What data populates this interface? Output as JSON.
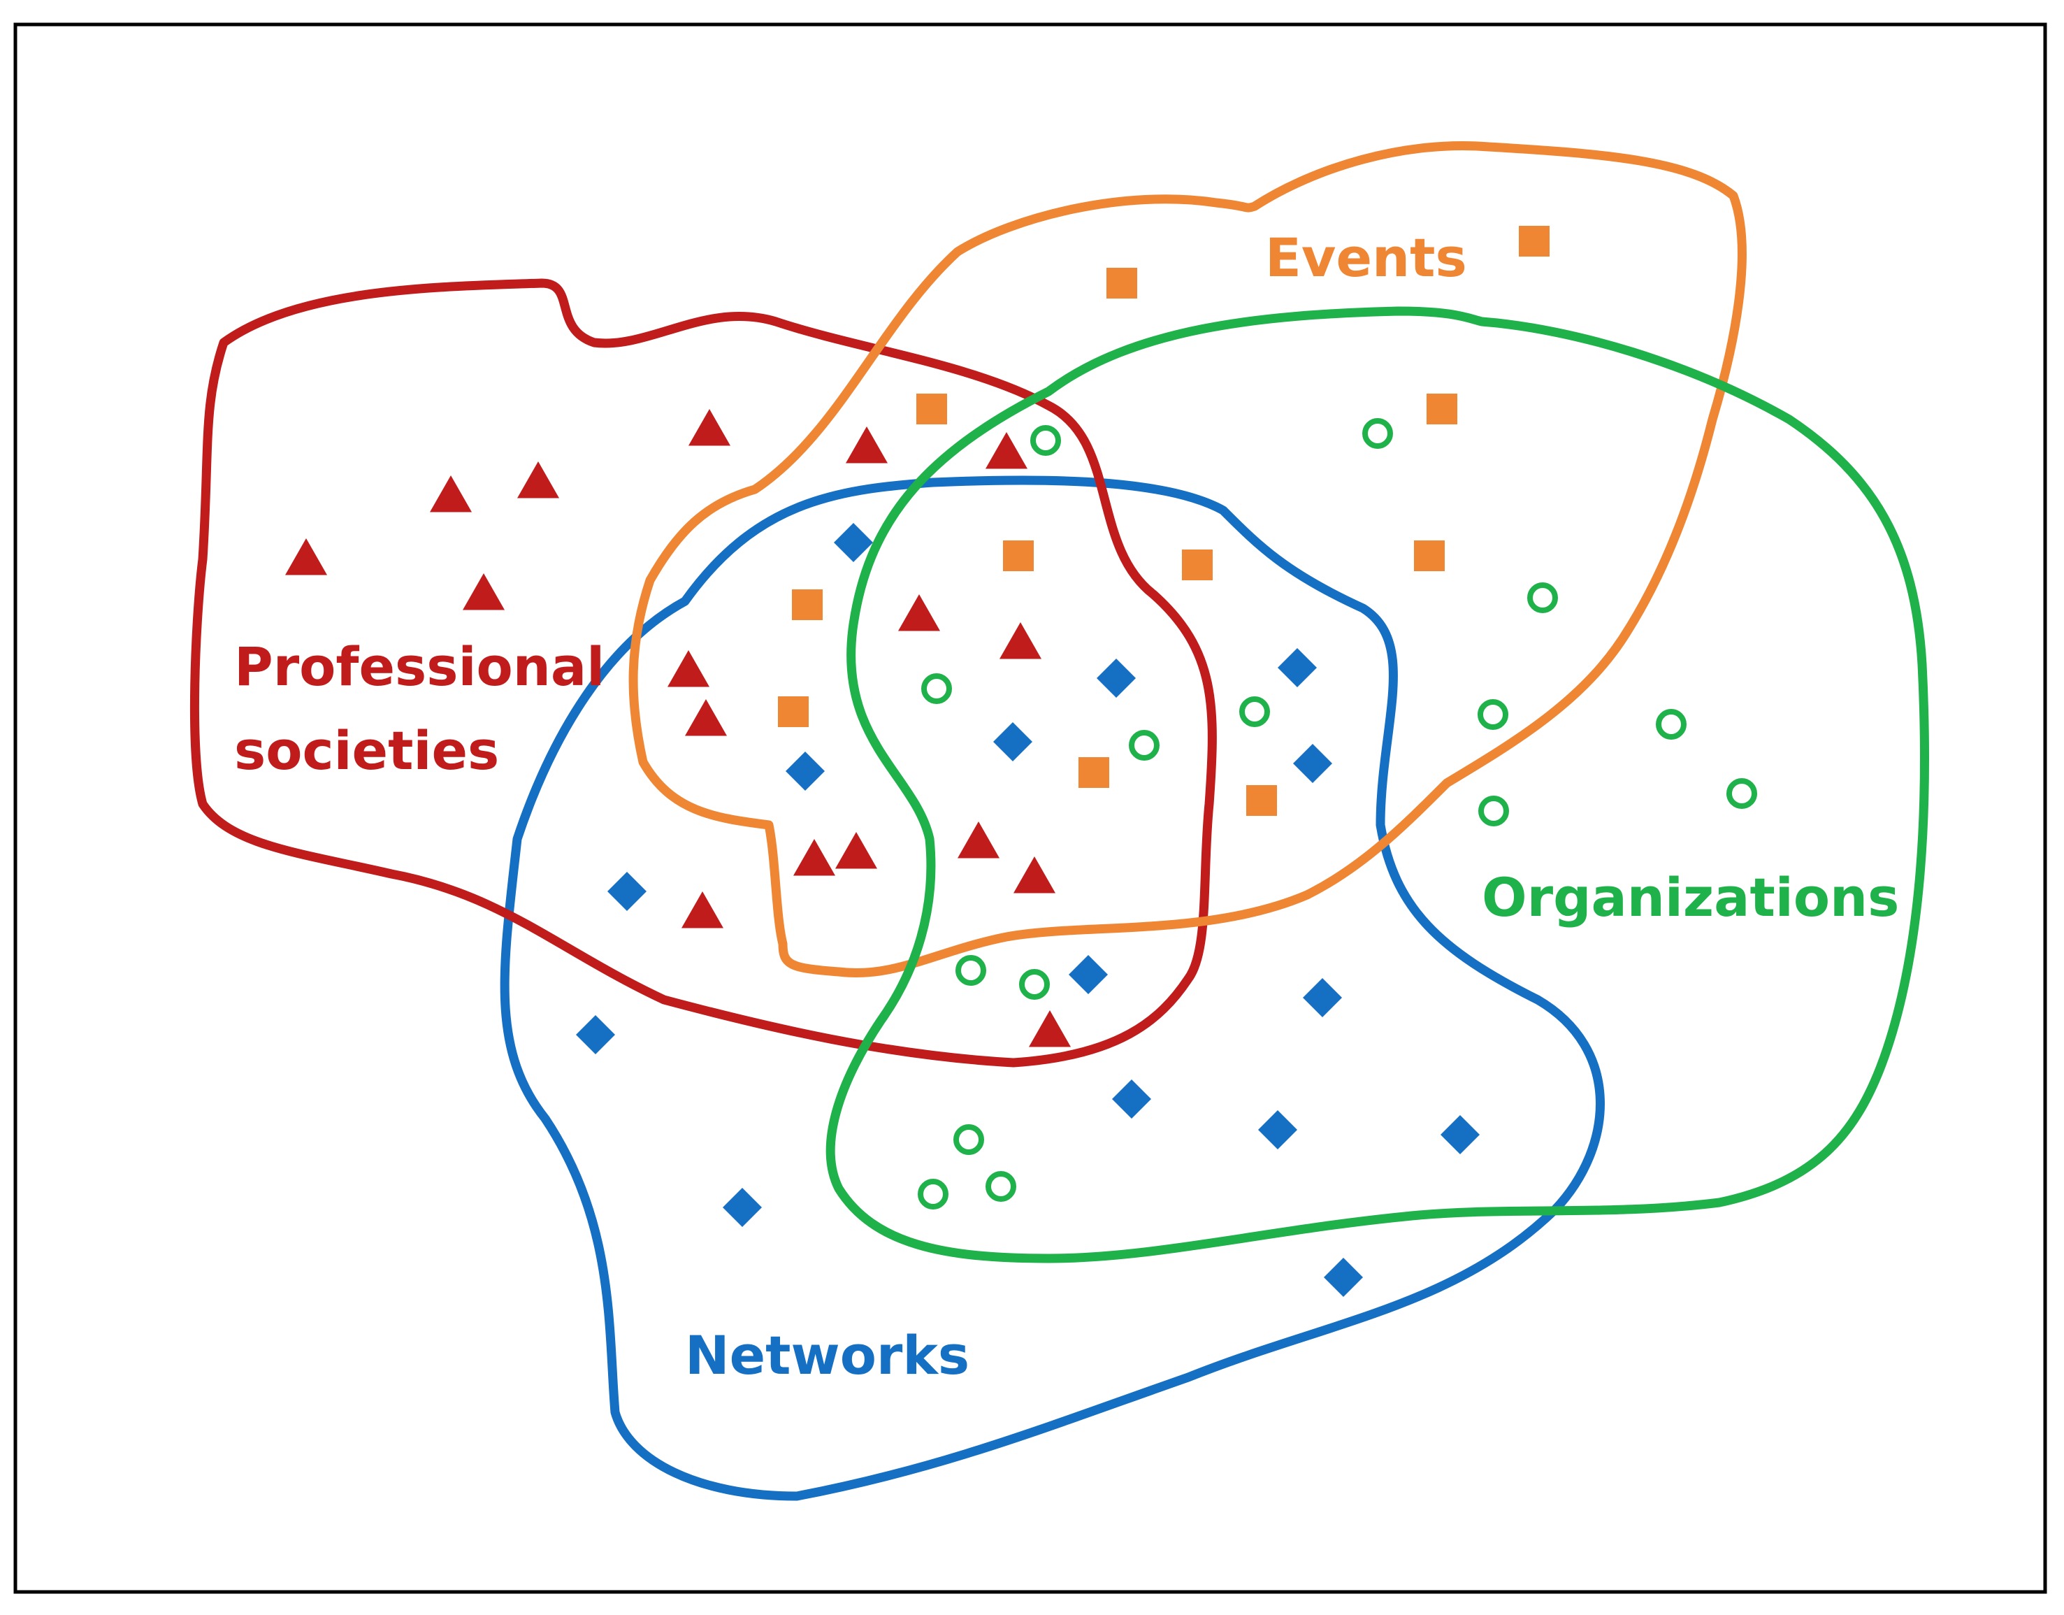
{
  "colors": {
    "professional_societies": "#c01c1c",
    "events": "#ef8634",
    "organizations": "#1fb14a",
    "networks": "#1570c4",
    "frame": "#000000"
  },
  "regions": {
    "professional_societies": {
      "label_line1": "Professional",
      "label_line2": "societies",
      "marker": "triangle-icon"
    },
    "events": {
      "label": "Events",
      "marker": "square-icon"
    },
    "organizations": {
      "label": "Organizations",
      "marker": "circle-icon"
    },
    "networks": {
      "label": "Networks",
      "marker": "diamond-icon"
    }
  }
}
